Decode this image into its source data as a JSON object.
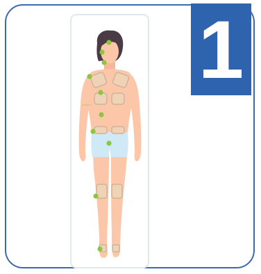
{
  "step": {
    "number": "1"
  },
  "colors": {
    "card_border": "#3d68ae",
    "badge_bg": "#2e63ad",
    "skin": "#fbc7a8",
    "hair": "#4a3b44",
    "shorts": "#cfe9f7",
    "patch_fill": "#f0d3b6",
    "patch_border": "#cdb49a",
    "marker": "#8cc63f",
    "frame": "#dce9ef"
  },
  "icons": {
    "marker": "green-dot",
    "patch": "rounded-square-pad"
  }
}
